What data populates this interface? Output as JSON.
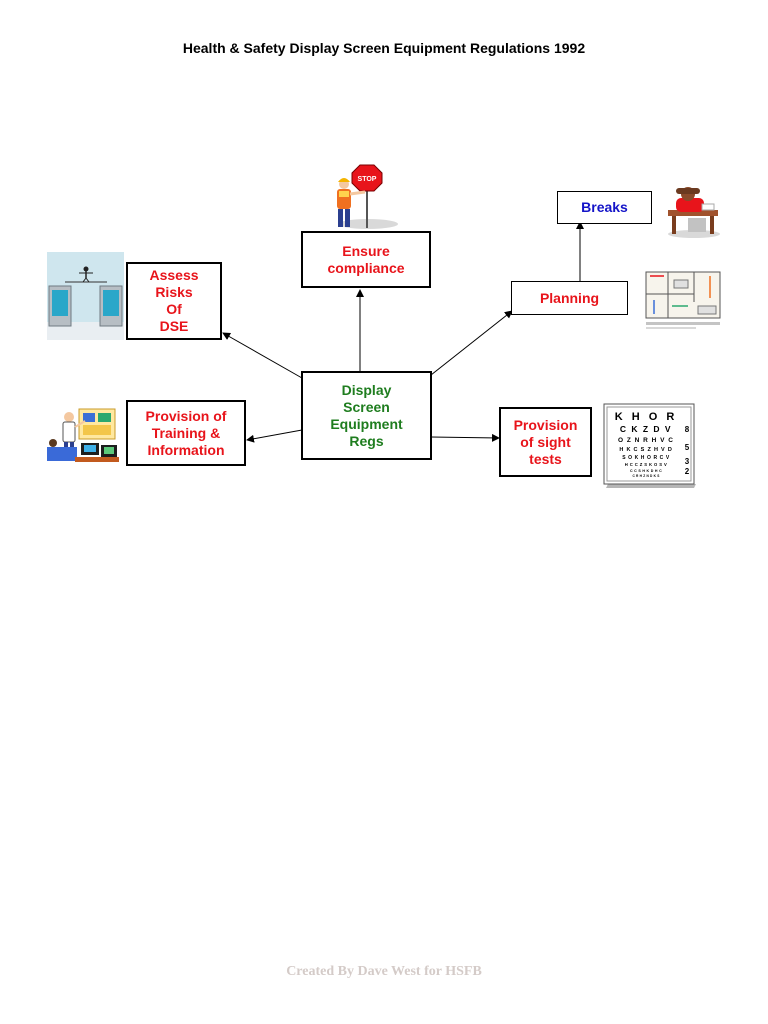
{
  "title": "Health & Safety Display Screen Equipment Regulations 1992",
  "footer": "Created By Dave West for HSFB",
  "nodes": {
    "center": [
      "Display",
      "Screen",
      "Equipment",
      "Regs"
    ],
    "ensure": [
      "Ensure",
      "compliance"
    ],
    "assess": [
      "Assess",
      "Risks",
      "Of",
      "DSE"
    ],
    "training": [
      "Provision of",
      "Training &",
      "Information"
    ],
    "planning": [
      "Planning"
    ],
    "breaks": [
      "Breaks"
    ],
    "sight": [
      "Provision",
      "of sight",
      "tests"
    ]
  },
  "clipart": {
    "stop_sign": "STOP",
    "eye_chart_rows": [
      "K H O R",
      "C K Z D V",
      "O Z N R H V C",
      "H K C S Z H V D",
      "S O K H O R C V",
      "H C C Z S K O S V",
      "C C S H K D H C",
      "C R H Z N D K S"
    ],
    "eye_chart_numbers": [
      "8",
      "5",
      "3",
      "2"
    ]
  },
  "colors": {
    "node_text_red": "#e8141b",
    "center_text_green": "#1f7d1f",
    "breaks_text_blue": "#1414c8",
    "footer_text": "#d4cbc8"
  }
}
